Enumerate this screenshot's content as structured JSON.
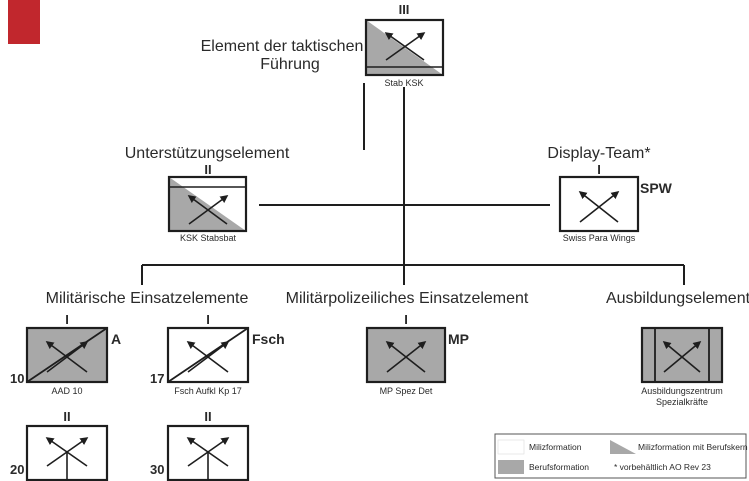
{
  "colors": {
    "accent_square": "#c1272d",
    "profi_fill": "#a8a8a8",
    "milizfill": "#ffffff",
    "line": "#1e1e1e"
  },
  "headings": {
    "taktisch_line1": "Element der taktischen",
    "taktisch_line2": "Führung",
    "unterstuetzung": "Unterstützungselement",
    "display": "Display-Team*",
    "militaerisch": "Militärische Einsatzelemente",
    "polizeilich": "Militärpolizeiliches Einsatzelement",
    "ausbildung": "Ausbildungselement"
  },
  "units": {
    "stab": {
      "echelon": "III",
      "name": "Stab KSK",
      "fill": "half"
    },
    "stabsbat": {
      "echelon": "II",
      "name": "KSK Stabsbat",
      "fill": "half"
    },
    "spw": {
      "echelon": "I",
      "name": "Swiss Para Wings",
      "modifier": "SPW",
      "fill": "white"
    },
    "aad": {
      "echelon": "I",
      "name": "AAD 10",
      "modifier": "A",
      "number": "10",
      "fill": "grey"
    },
    "fsch": {
      "echelon": "I",
      "name": "Fsch Aufkl Kp 17",
      "modifier": "Fsch",
      "number": "17",
      "fill": "white"
    },
    "mp": {
      "echelon": "I",
      "name": "MP Spez Det",
      "modifier": "MP",
      "fill": "grey"
    },
    "azsk": {
      "name_line1": "Ausbildungszentrum",
      "name_line2": "Spezialkräfte",
      "fill": "grey"
    },
    "u20": {
      "echelon": "II",
      "number": "20",
      "fill": "white"
    },
    "u30": {
      "echelon": "II",
      "number": "30",
      "fill": "white"
    }
  },
  "legend": {
    "miliz": "Milizformation",
    "miliz_beruf": "Milizformation mit Berufskern",
    "beruf": "Berufsformation",
    "note": "* vorbehältlich AO Rev 23"
  }
}
